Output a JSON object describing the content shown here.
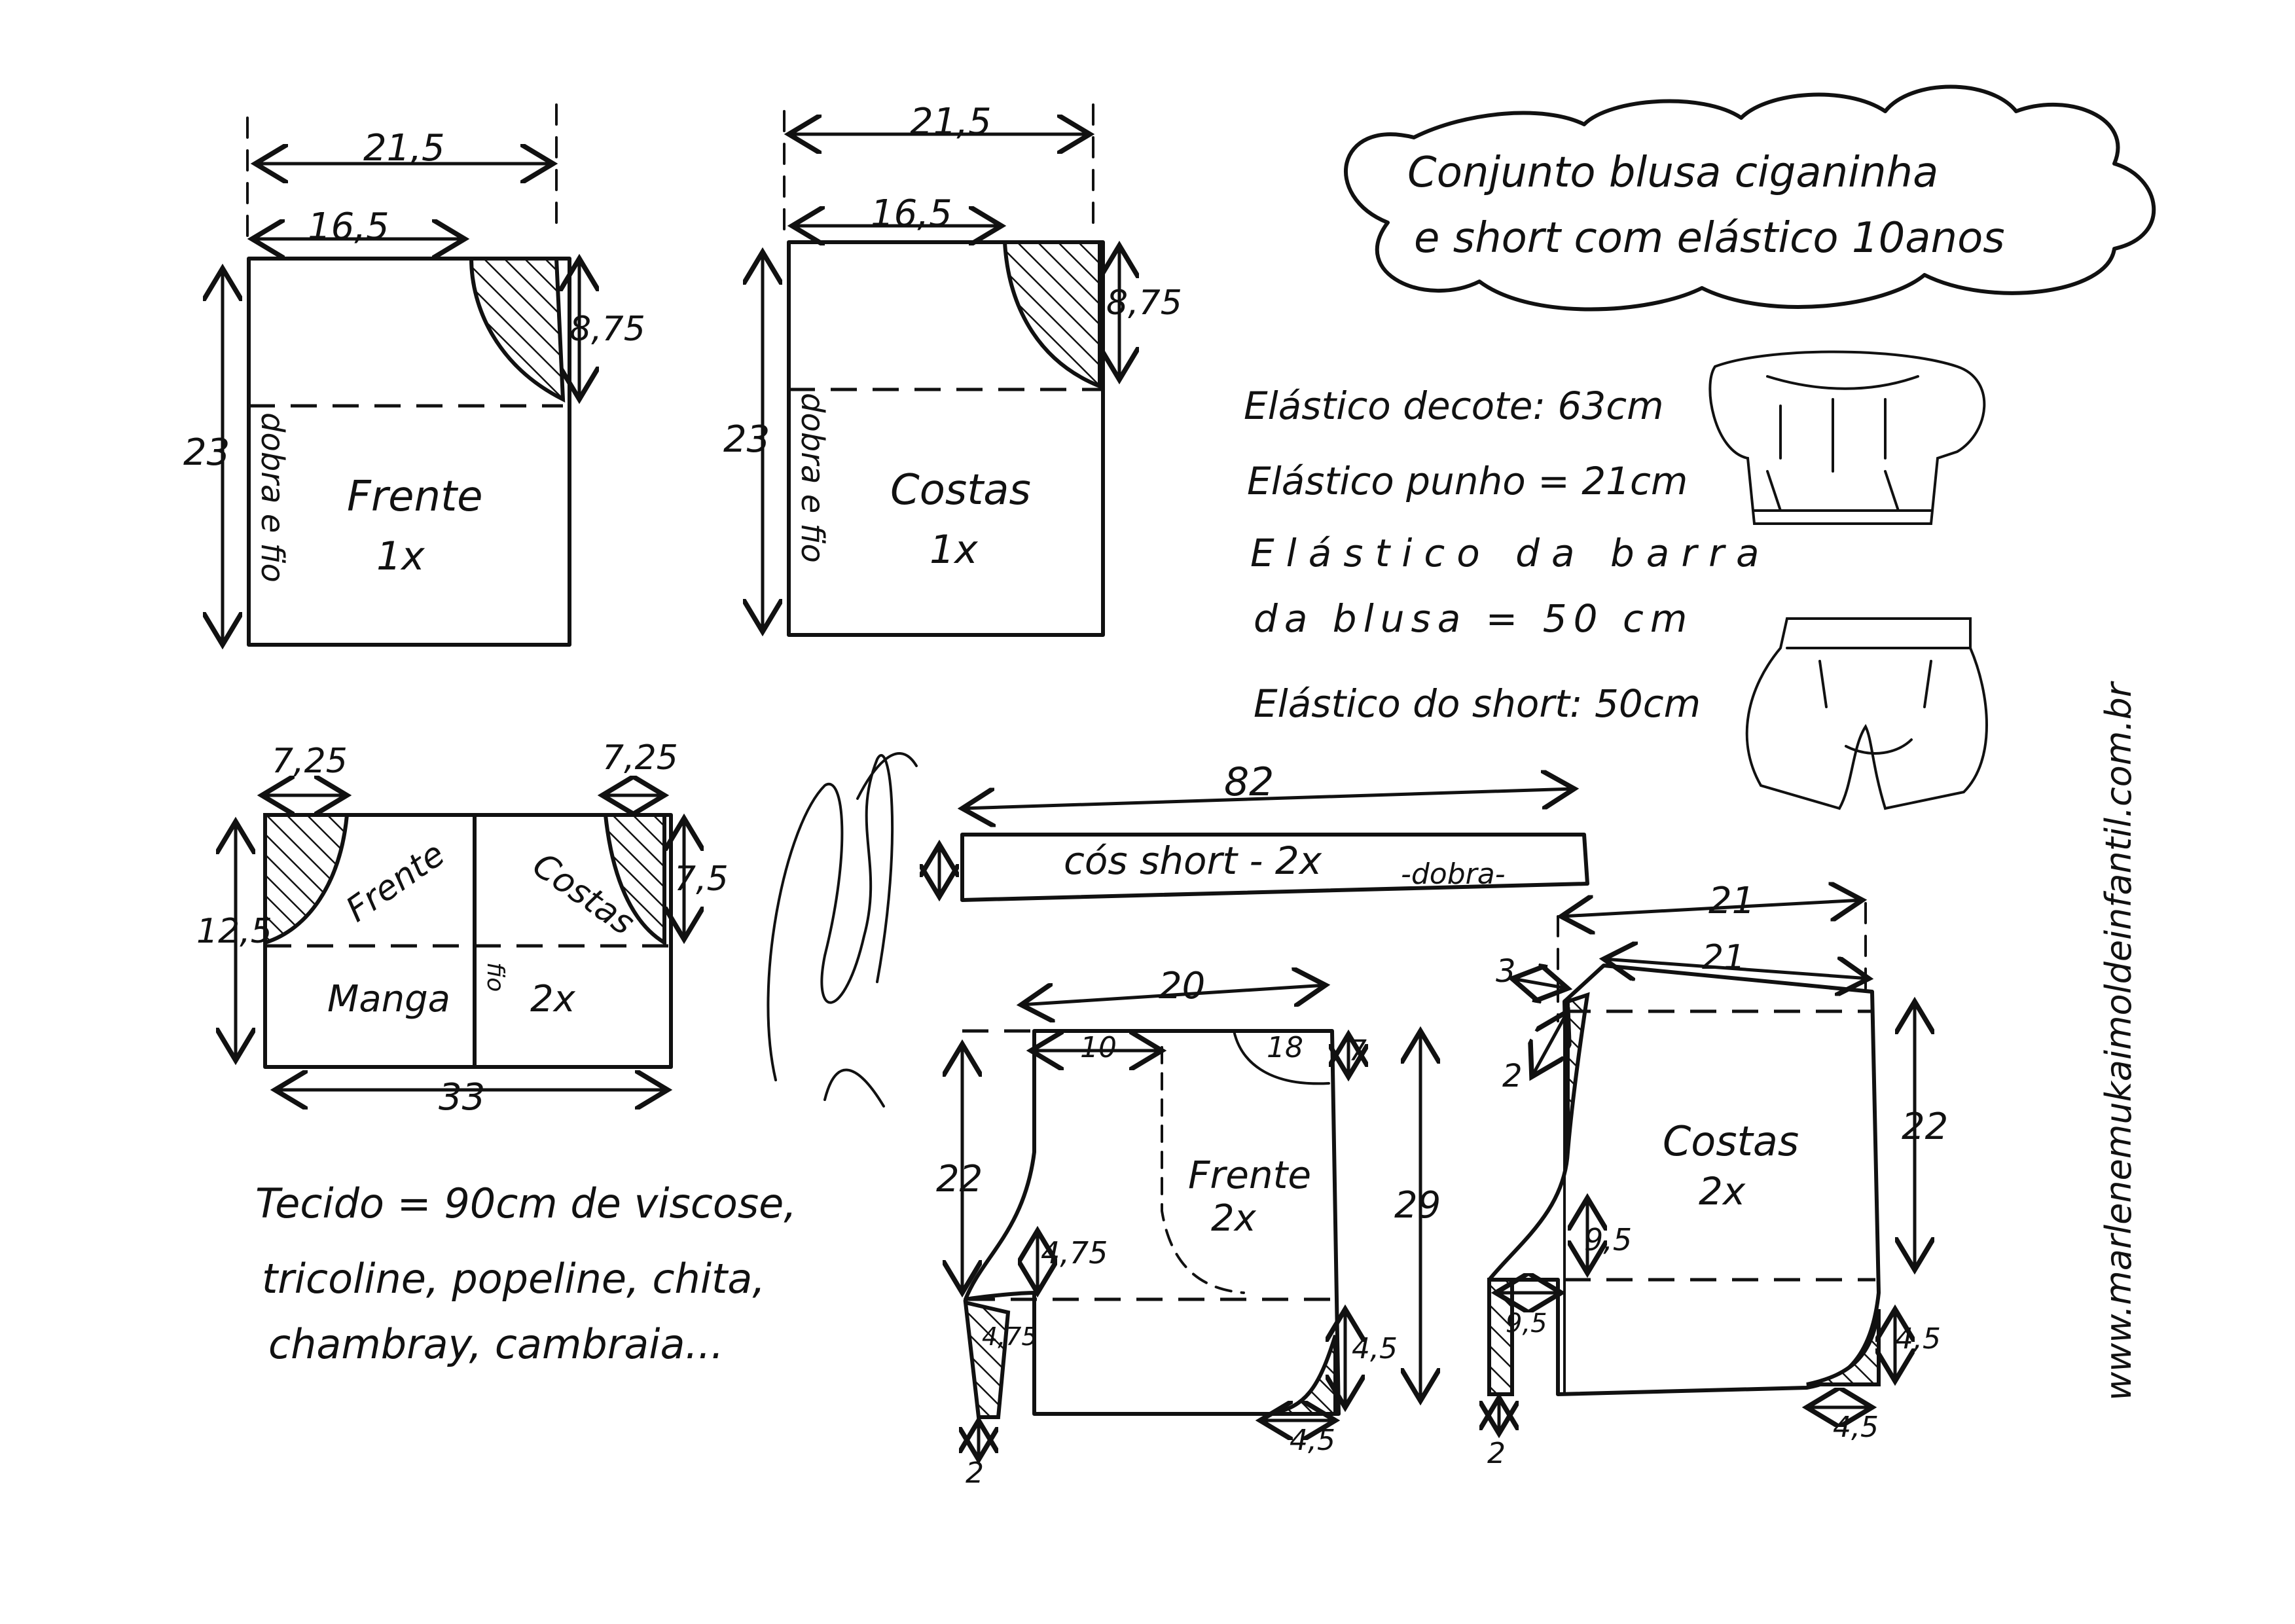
{
  "title": {
    "line1": "Conjunto blusa ciganinha",
    "line2": "e short com elástico 10anos"
  },
  "elastics": [
    "Elástico decote: 63cm",
    "Elástico punho = 21cm",
    "Elástico da barra",
    "da blusa = 50 cm",
    "Elástico do short: 50cm"
  ],
  "fabric": [
    "Tecido = 90cm de viscose,",
    "tricoline, popeline, chita,",
    "chambray, cambraia..."
  ],
  "website": "www.marlenemukaimoldeinfantil.com.br",
  "signature": "Marlene Mukai",
  "front_blouse": {
    "label": "Frente",
    "count": "1x",
    "fold": "dobra e fio",
    "width": "21,5",
    "shoulder": "16,5",
    "armhole": "8,75",
    "height": "23"
  },
  "back_blouse": {
    "label": "Costas",
    "count": "1x",
    "fold": "dobra e fio",
    "width": "21,5",
    "shoulder": "16,5",
    "armhole": "8,75",
    "height": "23"
  },
  "sleeve": {
    "front": "Frente",
    "back": "Costas",
    "label": "Manga",
    "count": "2x",
    "fold": "fio",
    "width": "33",
    "height": "12,5",
    "armhole_left": "7,25",
    "armhole_right": "7,25",
    "armhole_depth": "7,5"
  },
  "waistband": {
    "label": "cós short - 2x",
    "fold": "-dobra-",
    "length": "82"
  },
  "short_front": {
    "label": "Frente",
    "count": "2x",
    "width": "20",
    "inner": "10",
    "pocket": "18",
    "pocket_depth": "7",
    "height": "22",
    "total_height": "29",
    "crotch": "4,75",
    "crotch_ext": "4,75",
    "side_curve_h": "4,5",
    "side_curve_w": "4,5",
    "hem_ext": "2"
  },
  "short_back": {
    "label": "Costas",
    "count": "2x",
    "width": "21",
    "top": "21",
    "rise": "3",
    "crotch_top": "2",
    "height": "22",
    "crotch": "9,5",
    "crotch_ext": "9,5",
    "side_curve_h": "4,5",
    "side_curve_w": "4,5",
    "hem_ext": "2"
  }
}
